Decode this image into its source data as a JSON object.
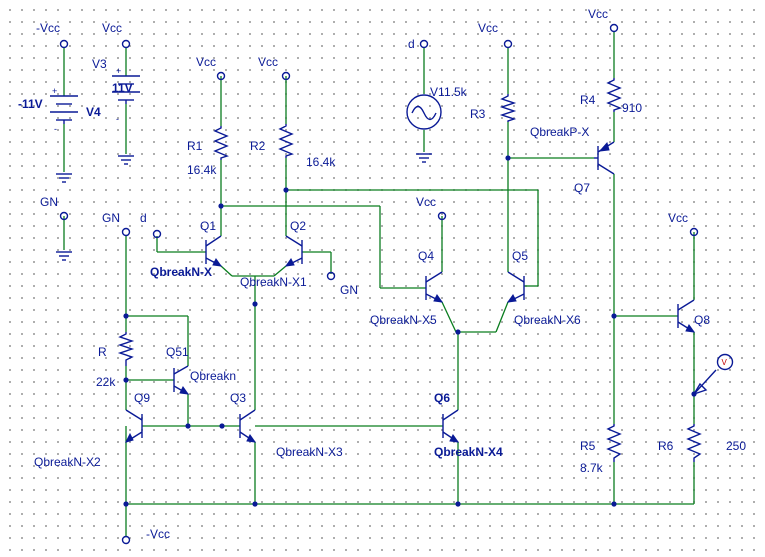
{
  "labels": {
    "vcc": "Vcc",
    "neg_vcc": "-Vcc",
    "gn": "GN",
    "gnd_abbr": "GN",
    "d": "d",
    "v3": "V3",
    "v3_value": "11V",
    "v4": "V4",
    "v4_value": "-11V",
    "v1": "V1",
    "v1_value": "1.5k",
    "r1": "R1",
    "r1_value": "16.4k",
    "r2": "R2",
    "r2_value": "16.4k",
    "r3": "R3",
    "r4": "R4",
    "r4_value": "910",
    "r5": "R5",
    "r5_value": "8.7k",
    "r6": "R6",
    "r6_value": "250",
    "r": "R",
    "r_value": "22k",
    "q1": "Q1",
    "q2": "Q2",
    "q3": "Q3",
    "q4": "Q4",
    "q5": "Q5",
    "q6": "Q6",
    "q7": "Q7",
    "q8": "Q8",
    "q9": "Q9",
    "q51": "Q51",
    "q1_model": "QbreakN-X",
    "q2_model": "QbreakN-X1",
    "q3_model": "QbreakN-X3",
    "q4_model": "QbreakN-X5",
    "q5_model": "QbreakN-X6",
    "q6_model": "QbreakN-X4",
    "q7_model": "QbreakP-X",
    "q9_model": "QbreakN-X2",
    "q51_model": "Qbreakn",
    "probe": "V",
    "plus": "+",
    "minus": "-"
  },
  "colors": {
    "wire": "#0a7d1f",
    "component": "#0a1a96",
    "grid_dot": "#9a9a9a",
    "background": "#ffffff"
  }
}
